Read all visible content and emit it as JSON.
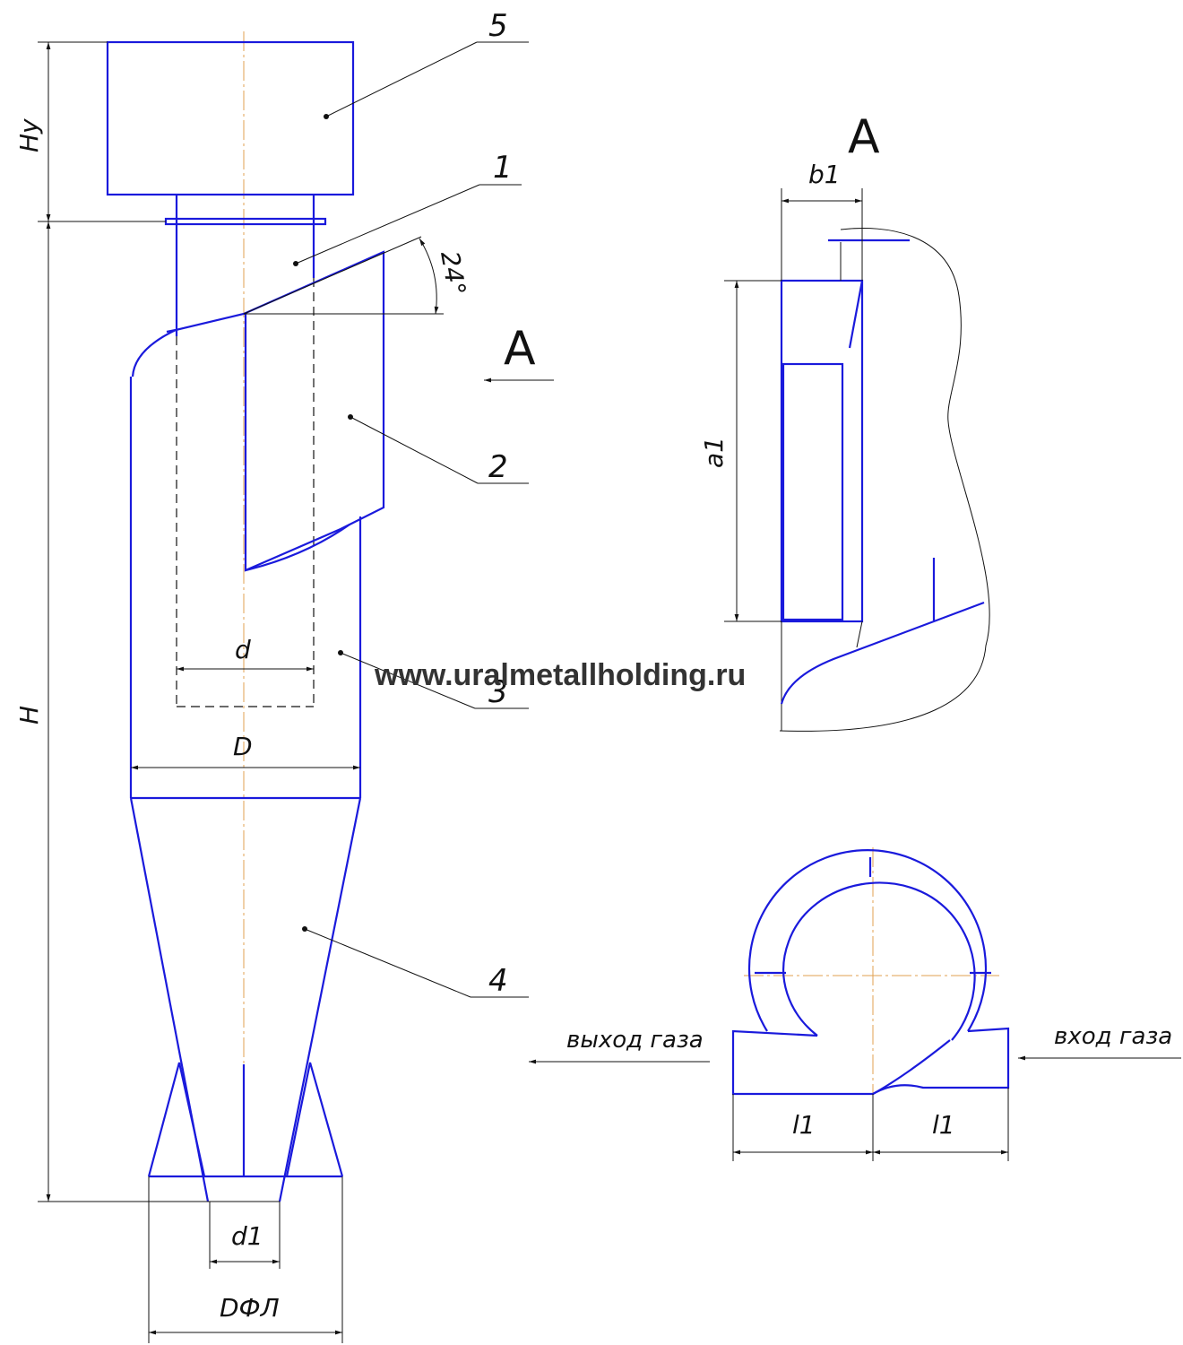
{
  "labels": {
    "part1": "1",
    "part2": "2",
    "part3": "3",
    "part4": "4",
    "part5": "5",
    "view_mark_main": "А",
    "view_title": "А",
    "angle": "24°"
  },
  "dimensions": {
    "hy": "Hy",
    "h": "H",
    "d": "d",
    "d_big": "D",
    "d1": "d1",
    "dfl": "DФЛ",
    "a1": "a1",
    "b1": "b1",
    "l1_left": "l1",
    "l1_right": "l1"
  },
  "annotations": {
    "gas_out": "выход газа",
    "gas_in": "вход газа"
  },
  "watermark": "www.uralmetallholding.ru",
  "colors": {
    "object_line": "#1a1adc",
    "axis_line": "#e0a050",
    "dimension_line": "#111111"
  }
}
